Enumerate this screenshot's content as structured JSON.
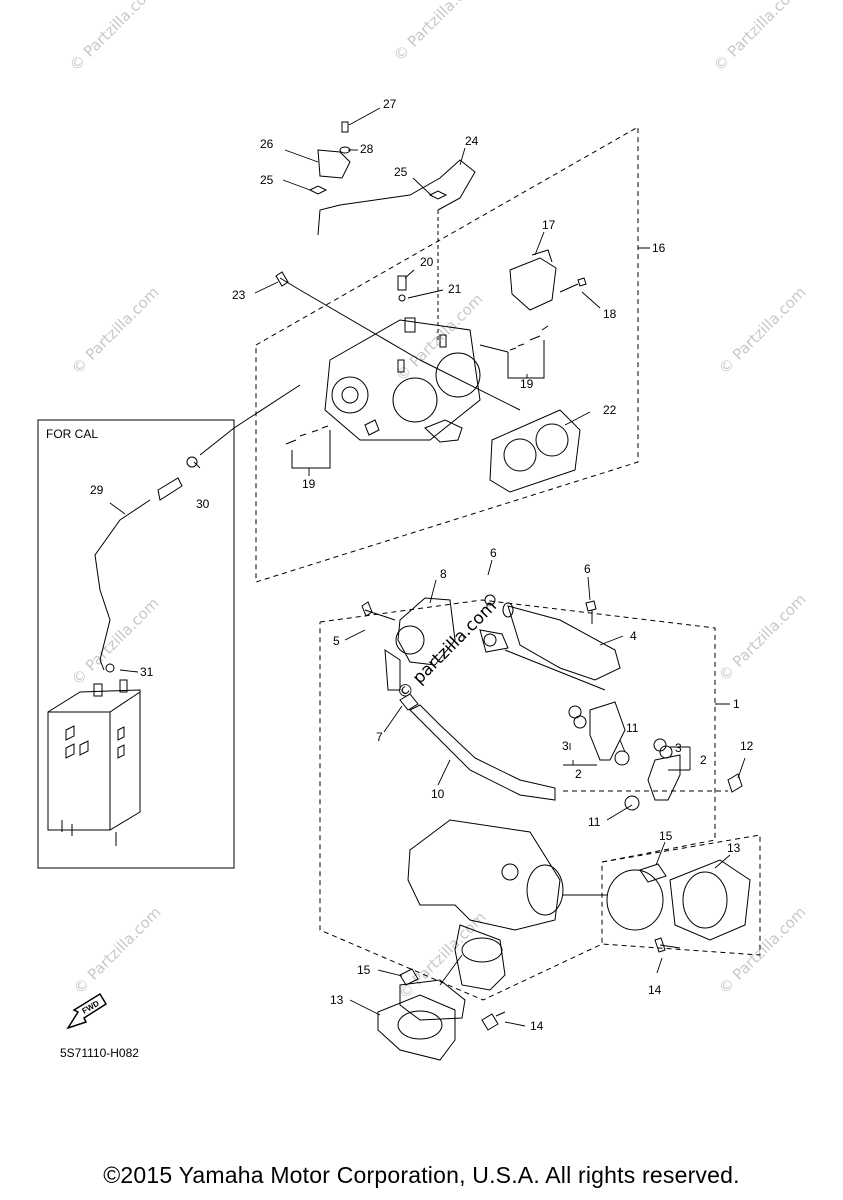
{
  "watermark": "© Partzilla.com",
  "watermark_center": "© partzilla.com",
  "for_cal_label": "FOR CAL",
  "fwd_label": "FWD",
  "drawing_code": "5S71110-H082",
  "copyright": "©2015 Yamaha Motor Corporation, U.S.A. All rights reserved.",
  "callouts": {
    "c1": "1",
    "c2a": "2",
    "c2b": "2",
    "c3a": "3",
    "c3b": "3",
    "c4": "4",
    "c5": "5",
    "c6a": "6",
    "c6b": "6",
    "c7": "7",
    "c8": "8",
    "c10": "10",
    "c11a": "11",
    "c11b": "11",
    "c12": "12",
    "c13a": "13",
    "c13b": "13",
    "c14a": "14",
    "c14b": "14",
    "c15a": "15",
    "c15b": "15",
    "c16": "16",
    "c17": "17",
    "c18": "18",
    "c19a": "19",
    "c19b": "19",
    "c20": "20",
    "c21": "21",
    "c22": "22",
    "c23": "23",
    "c24": "24",
    "c25a": "25",
    "c25b": "25",
    "c26": "26",
    "c27": "27",
    "c28": "28",
    "c29": "29",
    "c30": "30",
    "c31": "31"
  }
}
